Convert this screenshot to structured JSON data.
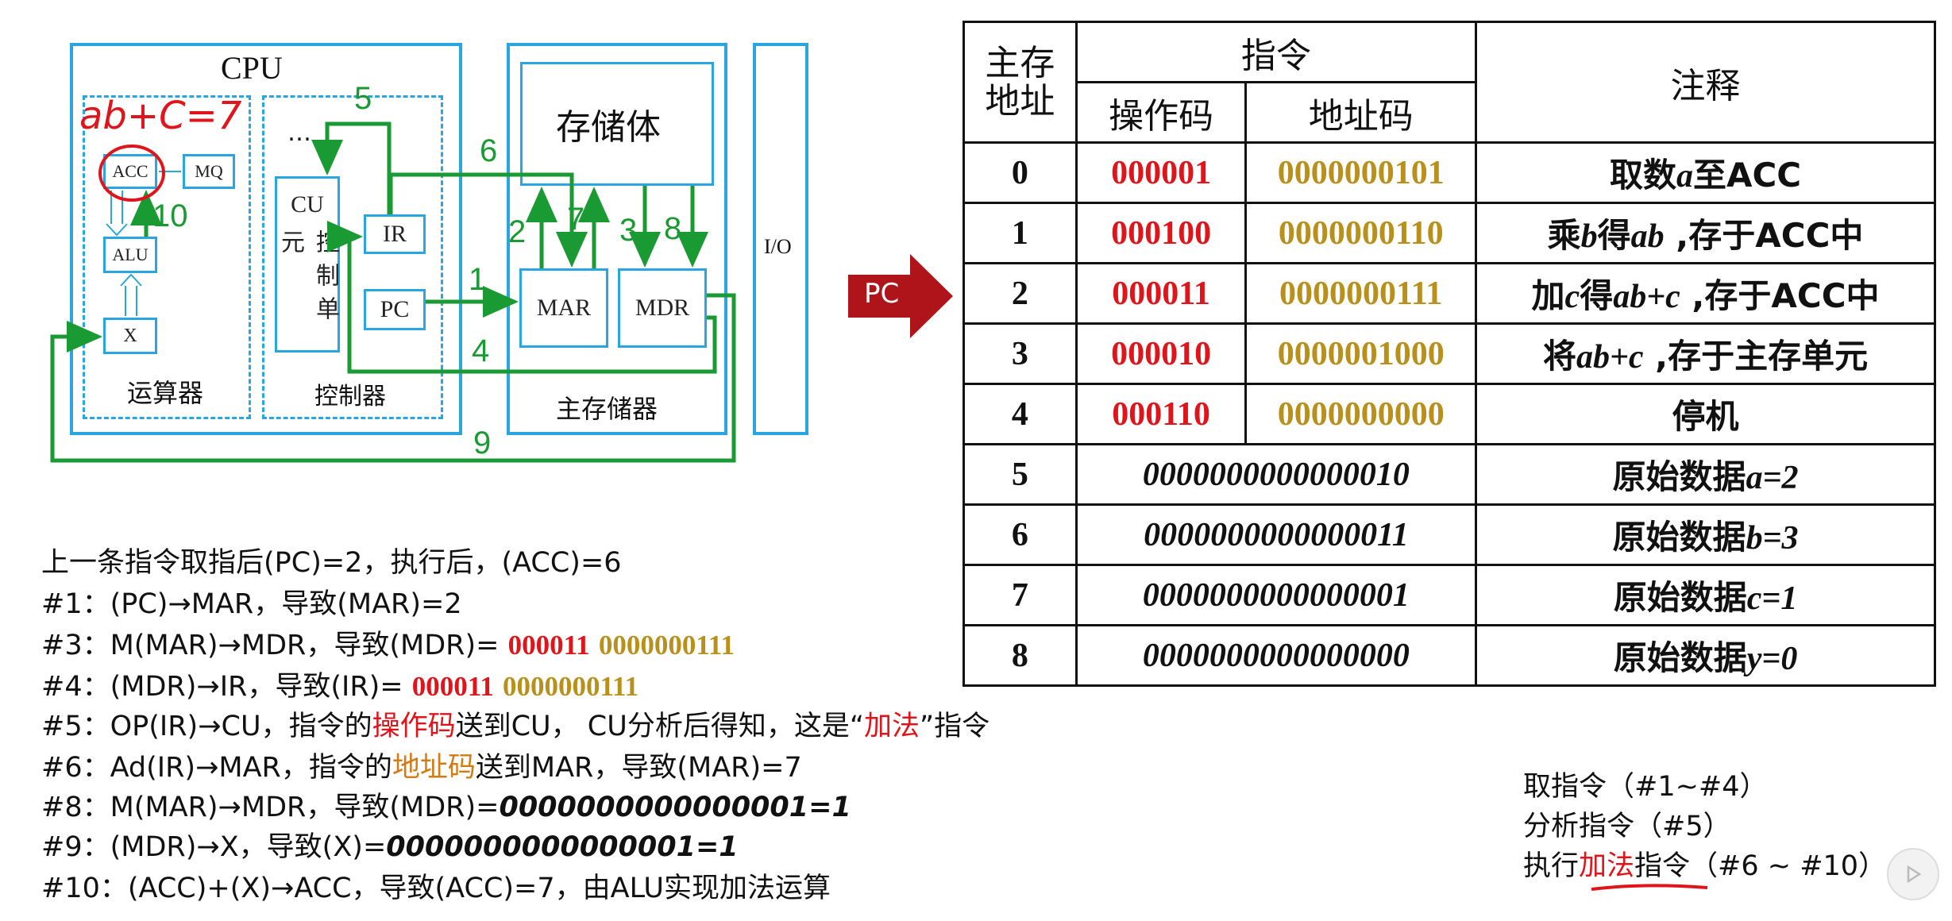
{
  "diagram": {
    "cpu_label": "CPU",
    "handwritten_note": "ab+C=7",
    "acc": "ACC",
    "mq": "MQ",
    "alu": "ALU",
    "x": "X",
    "alu_unit_label": "运算器",
    "ellipsis": "…",
    "cu": "CU",
    "cu_desc": "控制单元",
    "ir": "IR",
    "pc": "PC",
    "control_unit_label": "控制器",
    "storage": "存储体",
    "mar": "MAR",
    "mdr": "MDR",
    "main_memory_label": "主存储器",
    "io": "I/O",
    "step_numbers": [
      "1",
      "2",
      "3",
      "4",
      "5",
      "6",
      "7",
      "8",
      "9",
      "10"
    ],
    "pc_pointer": "PC"
  },
  "colors": {
    "arrow": "#1a9a33",
    "box": "#29a6e0",
    "opcode": "#e0141b",
    "address": "#b8901b",
    "pc_marker": "#b0141b"
  },
  "table": {
    "headers": {
      "addr": "主存地址",
      "instruction": "指令",
      "opcode": "操作码",
      "address": "地址码",
      "note": "注释"
    },
    "rows": [
      {
        "addr": "0",
        "op": "000001",
        "ad": "0000000101",
        "note_pre": "取数",
        "note_var": "a",
        "note_post": "至ACC"
      },
      {
        "addr": "1",
        "op": "000100",
        "ad": "0000000110",
        "note_pre": "乘",
        "note_var": "b",
        "note_mid": "得",
        "note_var2": "ab",
        "note_post": " ,存于ACC中"
      },
      {
        "addr": "2",
        "op": "000011",
        "ad": "0000000111",
        "note_pre": "加",
        "note_var": "c",
        "note_mid": "得",
        "note_var2": "ab+c",
        "note_post": " ,存于ACC中"
      },
      {
        "addr": "3",
        "op": "000010",
        "ad": "0000001000",
        "note_pre": "将",
        "note_var": "ab+c",
        "note_post": " ,存于主存单元"
      },
      {
        "addr": "4",
        "op": "000110",
        "ad": "0000000000",
        "note_pre": "停机"
      },
      {
        "addr": "5",
        "data": "0000000000000010",
        "note_pre": "原始数据",
        "note_var": "a=2"
      },
      {
        "addr": "6",
        "data": "0000000000000011",
        "note_pre": "原始数据",
        "note_var": "b=3"
      },
      {
        "addr": "7",
        "data": "0000000000000001",
        "note_pre": "原始数据",
        "note_var": "c=1"
      },
      {
        "addr": "8",
        "data": "0000000000000000",
        "note_pre": "原始数据",
        "note_var": "y=0"
      }
    ]
  },
  "steps": {
    "s0": "上一条指令取指后(PC)=2，执行后，(ACC)=6",
    "s1": "#1：(PC)→MAR，导致(MAR)=2",
    "s3_pre": "#3：M(MAR)→MDR，导致(MDR)= ",
    "s3_op": "000011",
    "s3_ad": "0000000111",
    "s4_pre": "#4：(MDR)→IR，导致(IR)= ",
    "s4_op": "000011",
    "s4_ad": "0000000111",
    "s5_a": "#5：OP(IR)→CU，指令的",
    "s5_b": "操作码",
    "s5_c": "送到CU， CU分析后得知，这是“",
    "s5_d": "加法",
    "s5_e": "”指令",
    "s6_a": "#6：Ad(IR)→MAR，指令的",
    "s6_b": "地址码",
    "s6_c": "送到MAR，导致(MAR)=7",
    "s8_pre": "#8：M(MAR)→MDR，导致(MDR)=",
    "s8_val": "0000000000000001=1",
    "s9_pre": "#9：(MDR)→X，导致(X)=",
    "s9_val": "0000000000000001=1",
    "s10": "#10：(ACC)+(X)→ACC，导致(ACC)=7，由ALU实现加法运算"
  },
  "phases": {
    "fetch": "取指令（#1~#4）",
    "analyze": "分析指令（#5）",
    "exec_a": "执行",
    "exec_b": "加法",
    "exec_c": "指令（#6 ~ #10）"
  }
}
